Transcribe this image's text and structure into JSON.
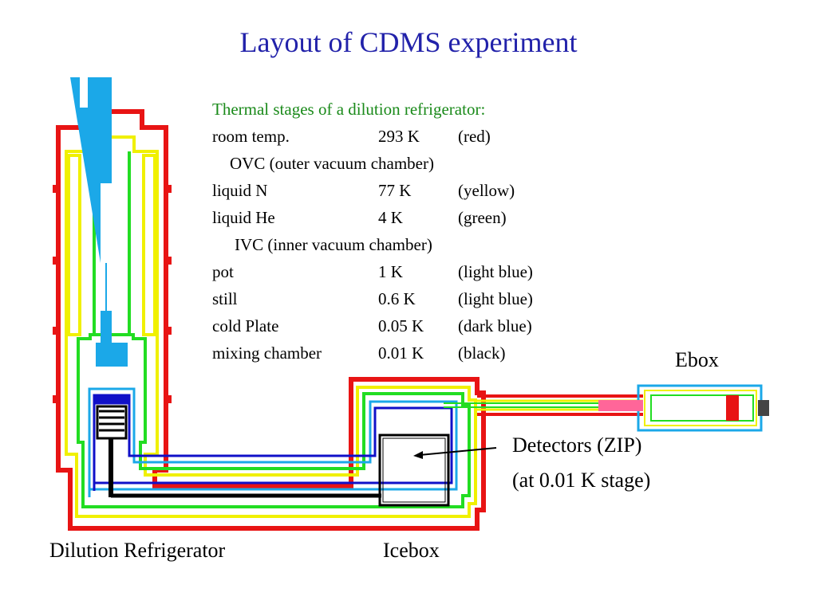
{
  "title": "Layout of CDMS experiment",
  "stages": {
    "heading": "Thermal stages of a dilution refrigerator:",
    "rows": [
      {
        "name": "room temp.",
        "temp": "293 K",
        "color": "(red)"
      },
      {
        "sub": "OVC (outer vacuum chamber)"
      },
      {
        "name": "liquid N",
        "temp": "77 K",
        "color": "(yellow)"
      },
      {
        "name": "liquid He",
        "temp": "4 K",
        "color": "(green)"
      },
      {
        "sub": "IVC (inner vacuum chamber)"
      },
      {
        "name": "pot",
        "temp": "1 K",
        "color": "(light blue)"
      },
      {
        "name": "still",
        "temp": "0.6 K",
        "color": "(light blue)"
      },
      {
        "name": "cold Plate",
        "temp": "0.05 K",
        "color": "(dark blue)"
      },
      {
        "name": "mixing chamber",
        "temp": "0.01 K",
        "color": "(black)"
      }
    ]
  },
  "labels": {
    "ebox": "Ebox",
    "detectors_line1": "Detectors (ZIP)",
    "detectors_line2": "(at 0.01 K stage)",
    "fridge": "Dilution Refrigerator",
    "icebox": "Icebox"
  },
  "colors": {
    "title": "#2222aa",
    "heading": "#1a8a1a",
    "room": "#e81414",
    "nitrogen": "#f0f000",
    "helium": "#22dd22",
    "pot": "#1ba8e8",
    "coldplate": "#1010c8",
    "mixing": "#000000"
  }
}
